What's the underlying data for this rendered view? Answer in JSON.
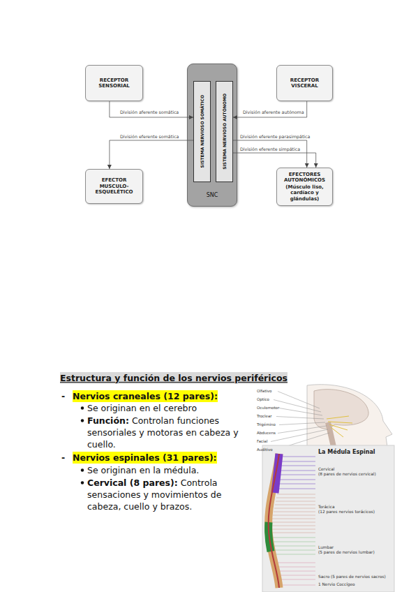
{
  "diagram": {
    "nodes": [
      {
        "text": [
          "RECEPTOR SENSORIAL"
        ]
      },
      {
        "text": [
          "SNC"
        ]
      },
      {
        "text": [
          "SISTEMA NERVIOSO SOMÁTICO"
        ],
        "in": 1
      },
      {
        "text": [
          "SISTEMA NERVIOSO AUTÓNOMO"
        ],
        "in": 1
      },
      {
        "text": [
          "RECEPTOR VISCERAL"
        ]
      },
      {
        "text": [
          "EFECTOR MUSCULO-ESQUELÉTICO"
        ]
      },
      {
        "text": [
          "EFECTORES AUTONÓMICOS",
          "(Músculo liso, cardíaco y glándulas)"
        ]
      }
    ],
    "edges": [
      {
        "from": 0,
        "to": 2,
        "label": "División aferente somática",
        "arrow": "to"
      },
      {
        "from": 4,
        "to": 3,
        "label": "División aferente autónoma",
        "arrow": "to"
      },
      {
        "from": 2,
        "to": 5,
        "label": "División eferente somática",
        "arrow": "to"
      },
      {
        "from": 3,
        "to": 6,
        "label": "División eferente parasimpática",
        "arrow": "to"
      },
      {
        "from": 3,
        "to": 6,
        "label": "División eferente simpática",
        "arrow": "to"
      }
    ],
    "labels": [
      "Estructura y función de los nervios periféricos",
      "-",
      "Nervios craneales (12 pares):",
      "Se originan en el cerebro",
      "Función:",
      "Controlan funciones sensoriales y motoras en cabeza y cuello.",
      "-",
      "Nervios espinales (31 pares):",
      "Se originan en la médula.",
      "Cervical (8 pares):",
      "Controla sensaciones y movimientos de cabeza, cuello y brazos.",
      "Olfativo",
      "Óptico",
      "Oculomotor",
      "Troclear",
      "Trigémino",
      "Abducens",
      "Facial",
      "Auditivo",
      "La Médula Espinal",
      "Cervical",
      "(8 pares de nervios cervical)",
      "Torácica",
      "(12 pares nervios torácicos)",
      "Lumbar",
      "(5 pares de nervios lumbar)",
      "Sacro (5 pares de nervios sacros)",
      "1 Nervio Coccígeo"
    ]
  }
}
